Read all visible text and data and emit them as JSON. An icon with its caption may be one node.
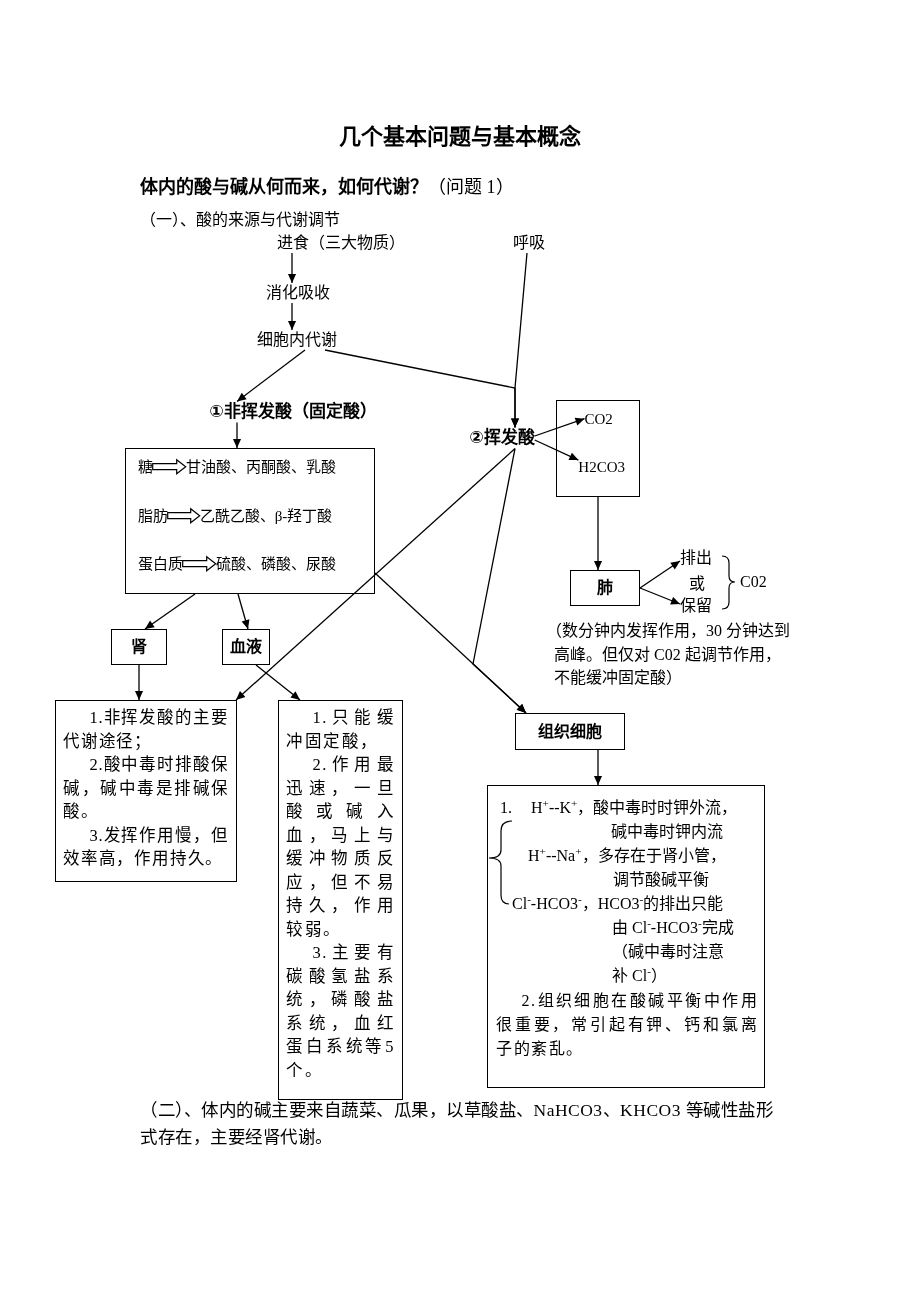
{
  "diagram": {
    "title": "几个基本问题与基本概念",
    "nodes": [
      {
        "text": [
          "进食（三大物质）"
        ]
      },
      {
        "text": [
          "呼吸"
        ]
      },
      {
        "text": [
          "消化吸收"
        ]
      },
      {
        "text": [
          "细胞内代谢"
        ]
      },
      {
        "text": [
          "①非挥发酸（固定酸）"
        ]
      },
      {
        "text": [
          "②挥发酸"
        ]
      },
      {
        "text": [],
        "shape": "box"
      },
      {
        "text": [
          "CO2"
        ],
        "in": 6
      },
      {
        "text": [
          "H2CO3"
        ],
        "in": 6
      },
      {
        "text": [],
        "shape": "box"
      },
      {
        "text": [
          "糖"
        ],
        "in": 9
      },
      {
        "text": [
          "甘油酸、丙酮酸、乳酸"
        ],
        "in": 9
      },
      {
        "text": [
          "脂肪"
        ],
        "in": 9
      },
      {
        "text": [
          "乙酰乙酸、β-羟丁酸"
        ],
        "in": 9
      },
      {
        "text": [
          "蛋白质"
        ],
        "in": 9
      },
      {
        "text": [
          "硫酸、磷酸、尿酸"
        ],
        "in": 9
      },
      {
        "text": [
          "肺"
        ]
      },
      {
        "text": [
          "排出"
        ]
      },
      {
        "text": [
          "保留"
        ]
      },
      {
        "text": [
          "肾"
        ]
      },
      {
        "text": [
          "血液"
        ]
      },
      {
        "text": [
          "组织细胞"
        ]
      },
      {
        "text": [
          "1.非挥发酸的主要代谢途径；",
          "2.酸中毒时排酸保碱，碱中毒是排碱保酸。",
          "3.发挥作用慢，但效率高，作用持久。"
        ]
      },
      {
        "text": [
          "1.只能缓冲固定酸，",
          "2.作用最迅速，一旦酸或碱入血，马上与缓冲物质反应，但不易持久，作用较弱。",
          "3.主要有碳酸氢盐系统，磷酸盐系统，血红蛋白系统等5个。"
        ]
      },
      {
        "text": [
          "1.",
          "H$^{+}$--K$^{+}$，酸中毒时时钾外流，碱中毒时钾内流",
          "H$^{+}$--Na$^{+}$，多存在于肾小管，调节酸碱平衡",
          "Cl$^{-}$-HCO3$^{-}$，HCO3$^{-}$的排出只能由 Cl$^{-}$-HCO3$^{-}$完成（碱中毒时注意补 Cl$^{-}$）",
          "2.组织细胞在酸碱平衡中作用很重要，常引起有钾、钙和氯离子的紊乱。"
        ]
      }
    ],
    "edges": [
      {
        "from": 0,
        "to": 2,
        "arrow": "to"
      },
      {
        "from": 2,
        "to": 3,
        "arrow": "to"
      },
      {
        "from": 3,
        "to": 4,
        "arrow": "to"
      },
      {
        "from": 3,
        "to": 5,
        "arrow": "to"
      },
      {
        "from": 1,
        "to": 5,
        "arrow": "to"
      },
      {
        "from": 4,
        "to": 9,
        "arrow": "to"
      },
      {
        "from": 5,
        "to": 7,
        "arrow": "to"
      },
      {
        "from": 5,
        "to": 8,
        "arrow": "to"
      },
      {
        "from": 5,
        "to": 22,
        "arrow": "to"
      },
      {
        "from": 5,
        "to": 21,
        "arrow": "to"
      },
      {
        "from": 6,
        "to": 16,
        "arrow": "to"
      },
      {
        "from": 16,
        "to": 17,
        "arrow": "to"
      },
      {
        "from": 16,
        "to": 18,
        "arrow": "to"
      },
      {
        "from": 9,
        "to": 19,
        "arrow": "to"
      },
      {
        "from": 9,
        "to": 20,
        "arrow": "to"
      },
      {
        "from": 9,
        "to": 21,
        "arrow": "to"
      },
      {
        "from": 10,
        "to": 11,
        "arrow": "to",
        "style": "thick"
      },
      {
        "from": 12,
        "to": 13,
        "arrow": "to",
        "style": "thick"
      },
      {
        "from": 14,
        "to": 15,
        "arrow": "to",
        "style": "thick"
      },
      {
        "from": 19,
        "to": 22,
        "arrow": "to"
      },
      {
        "from": 20,
        "to": 23,
        "arrow": "to"
      },
      {
        "from": 21,
        "to": 24,
        "arrow": "to"
      }
    ],
    "labels": [
      "**体内的酸与碱从何而来，如何代谢？**（问题 1）",
      "（一）、酸的来源与代谢调节",
      "或",
      "C02",
      "（数分钟内发挥作用，30 分钟达到高峰。但仅对 C02 起调节作用，不能缓冲固定酸）",
      "（二）、体内的碱主要来自蔬菜、瓜果，以草酸盐、NaHCO3、KHCO3 等碱性盐形式存在，主要经肾代谢。"
    ]
  }
}
